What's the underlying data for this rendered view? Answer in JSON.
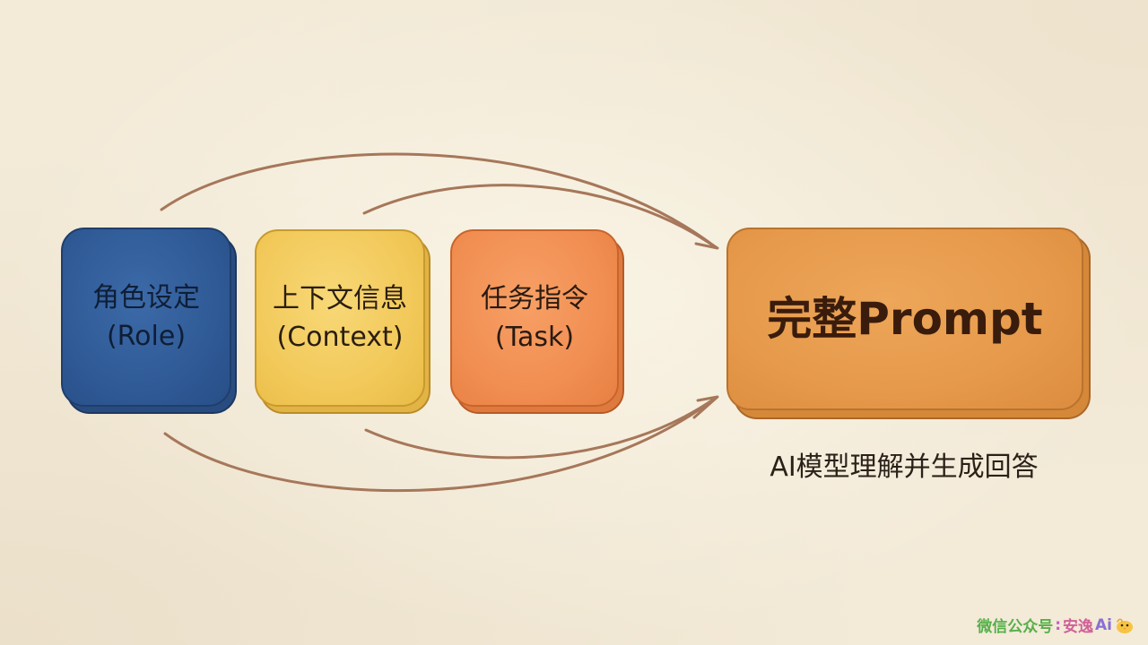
{
  "boxes": {
    "role": {
      "title": "角色设定",
      "subtitle": "(Role)",
      "color": "#2f5a96"
    },
    "context": {
      "title": "上下文信息",
      "subtitle": "(Context)",
      "color": "#f2c95a"
    },
    "task": {
      "title": "任务指令",
      "subtitle": "(Task)",
      "color": "#f18e52"
    },
    "prompt": {
      "title": "完整Prompt",
      "color": "#e6994a"
    }
  },
  "caption": "AI模型理解并生成回答",
  "arrow_color": "#a6775a",
  "watermark": {
    "label": "微信公众号",
    "colon": ":",
    "name": "安逸",
    "ai": "Ai",
    "logo_icon": "cute-bird-icon"
  }
}
